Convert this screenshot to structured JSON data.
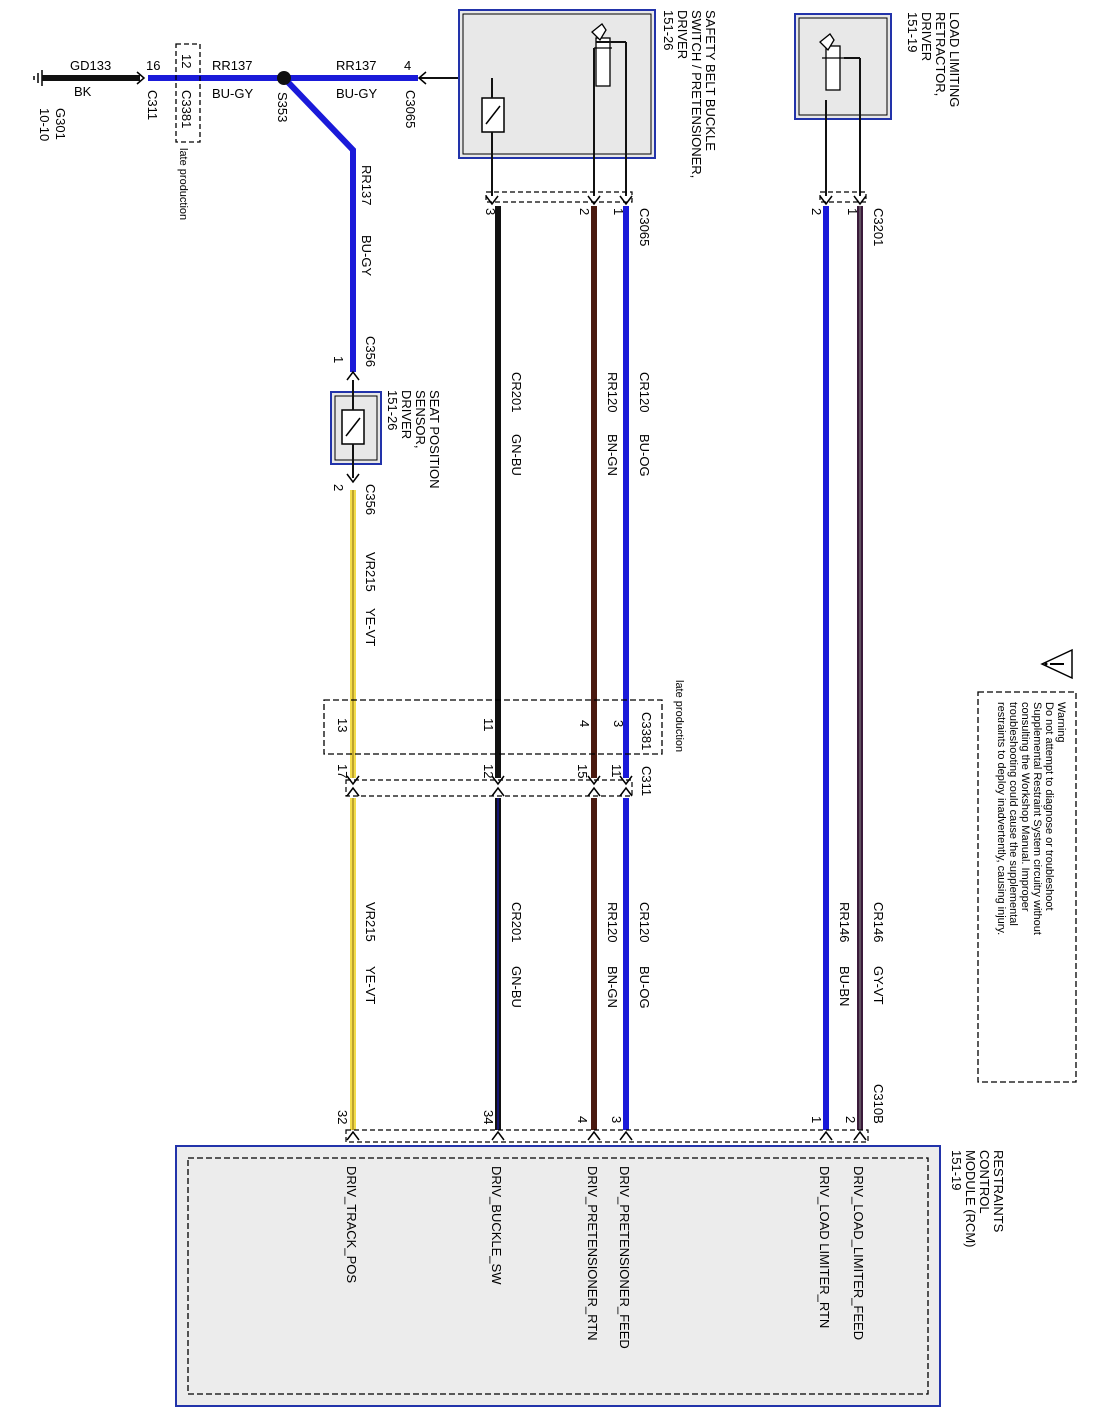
{
  "ground": {
    "id": "G301",
    "ref": "10-10",
    "circuit": "GD133",
    "color": "BK"
  },
  "connectors": {
    "c311": "C311",
    "c3381": "C3381",
    "c3065": "C3065",
    "c3201": "C3201",
    "c356": "C356",
    "c310b": "C310B",
    "s353": "S353"
  },
  "top_wire": {
    "circuit": "RR137",
    "color": "BU-GY"
  },
  "late_production": "late production",
  "buckle": {
    "name": "SAFETY BELT BUCKLE",
    "name2": "SWITCH / PRETENSIONER,",
    "name3": "DRIVER",
    "ref": "151-26"
  },
  "retractor": {
    "name": "LOAD LIMITING",
    "name2": "RETRACTOR,",
    "name3": "DRIVER",
    "ref": "151-19"
  },
  "seat_sensor": {
    "name": "SEAT POSITION",
    "name2": "SENSOR,",
    "name3": "DRIVER",
    "ref": "151-26"
  },
  "rcm": {
    "name": "RESTRAINTS",
    "name2": "CONTROL",
    "name3": "MODULE (RCM)",
    "ref": "151-19"
  },
  "wires": {
    "cr120": {
      "circuit": "CR120",
      "color": "BU-OG"
    },
    "rr120": {
      "circuit": "RR120",
      "color": "BN-GN"
    },
    "cr201": {
      "circuit": "CR201",
      "color": "GN-BU"
    },
    "vr215": {
      "circuit": "VR215",
      "color": "YE-VT"
    },
    "cr146": {
      "circuit": "CR146",
      "color": "GY-VT"
    },
    "rr146": {
      "circuit": "RR146",
      "color": "BU-BN"
    }
  },
  "pins": {
    "g16": "16",
    "g12": "12",
    "g4": "4",
    "b3": "3",
    "b2": "2",
    "b1": "1",
    "r2": "2",
    "r1": "1",
    "s1": "1",
    "s2": "2",
    "m13": "13",
    "m11": "11",
    "m4": "4",
    "m3": "3",
    "n17": "17",
    "n12": "12",
    "n15": "15",
    "n11": "11",
    "p32": "32",
    "p34": "34",
    "p4": "4",
    "p3": "3",
    "p1": "1",
    "p2": "2"
  },
  "rcm_pins": {
    "feed": "DRIV_LOAD_LIMITER_FEED",
    "rtn": "DRIV_LOAD LIMITER_RTN",
    "pfeed": "DRIV_PRETENSIONER_FEED",
    "prtn": "DRIV_PRETENSIONER_RTN",
    "buckle": "DRIV_BUCKLE_SW",
    "track": "DRIV_TRACK_POS"
  },
  "warning": {
    "title": "Warning",
    "lines": [
      "Do not attempt to diagnose or troubleshoot",
      "Supplemental Restraint System circuitry without",
      "consulting the Workshop Manual. Improper",
      "troubleshooting could cause the supplemental",
      "restraints to deploy inadvertently, causing injury."
    ]
  },
  "colors": {
    "blue": "#1a1ad9",
    "black": "#111111",
    "brown": "#4a1a10",
    "yellow": "#f2dc4a",
    "violet": "#3a1a3a",
    "border_blue": "#2233aa",
    "box_fill": "#e8e8e8"
  }
}
